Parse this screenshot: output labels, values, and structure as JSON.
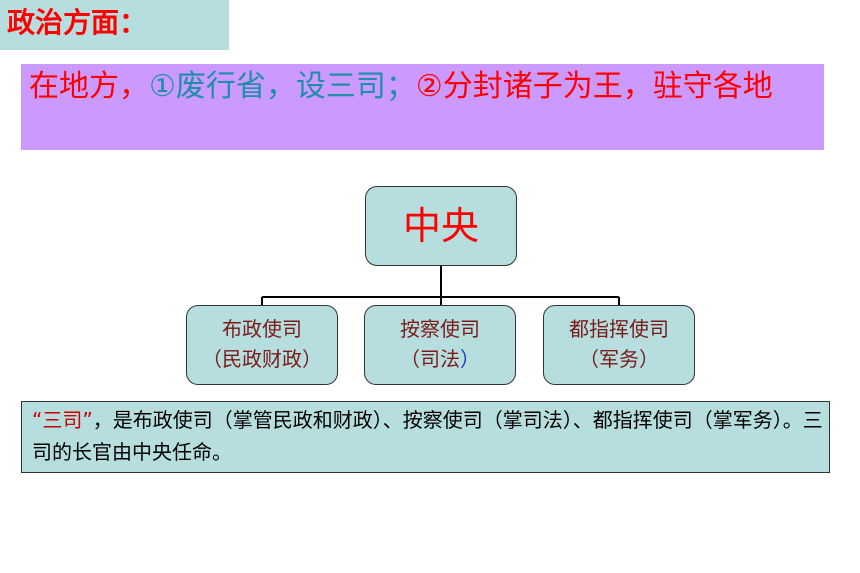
{
  "title": "政治方面：",
  "policy": {
    "part1": "在地方，",
    "part2": "①废行省，设三司",
    "part3": "；",
    "part4": "②分封诸子为王，驻守各地"
  },
  "diagram": {
    "center": "中央",
    "nodes": [
      {
        "name": "布政使司",
        "role": "（民政财政）"
      },
      {
        "name": "按察使司",
        "role_left": "（司法",
        "role_right": "）"
      },
      {
        "name": "都指挥使司",
        "role": "（军务）"
      }
    ]
  },
  "summary": {
    "quoted": "“三司”",
    "text": "，是布政使司（掌管民政和财政）、按察使司（掌司法）、都指挥使司（掌军务）。三司的长官由中央任命。"
  },
  "colors": {
    "accent_red": "#ff0000",
    "teal": "#1d8fa8",
    "box_teal": "#b7dede",
    "box_purple": "#cc99ff"
  }
}
